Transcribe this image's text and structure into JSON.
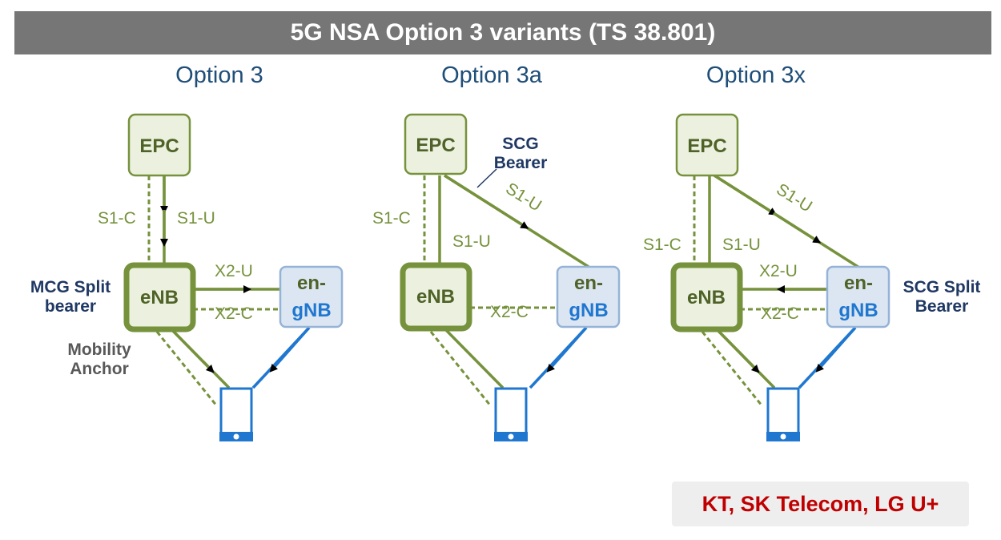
{
  "title": "5G NSA Option 3 variants (TS 38.801)",
  "colors": {
    "title_bg": "#767676",
    "green": "#76923c",
    "green_dark": "#4f6228",
    "green_fill": "#ebf1de",
    "blue": "#1f77d0",
    "gnb_fill": "#dce6f2",
    "gnb_border": "#95b3d7",
    "carrier_red": "#c00000"
  },
  "options": [
    {
      "title": "Option 3",
      "nodes": {
        "epc": "EPC",
        "enb": "eNB",
        "gnb_top": "en-",
        "gnb_bottom": "gNB"
      },
      "links": {
        "s1c": "S1-C",
        "s1u": "S1-U",
        "x2u": "X2-U",
        "x2c": "X2-C"
      },
      "annotations": {
        "left_label": [
          "MCG Split",
          "bearer"
        ],
        "anchor_label": [
          "Mobility",
          "Anchor"
        ]
      }
    },
    {
      "title": "Option 3a",
      "nodes": {
        "epc": "EPC",
        "enb": "eNB",
        "gnb_top": "en-",
        "gnb_bottom": "gNB"
      },
      "links": {
        "s1c": "S1-C",
        "s1u_enb": "S1-U",
        "s1u_gnb": "S1-U",
        "x2c": "X2-C"
      },
      "annotations": {
        "scg_label": [
          "SCG",
          "Bearer"
        ]
      }
    },
    {
      "title": "Option 3x",
      "nodes": {
        "epc": "EPC",
        "enb": "eNB",
        "gnb_top": "en-",
        "gnb_bottom": "gNB"
      },
      "links": {
        "s1c": "S1-C",
        "s1u_enb": "S1-U",
        "s1u_gnb": "S1-U",
        "x2u": "X2-U",
        "x2c": "X2-C"
      },
      "annotations": {
        "right_label": [
          "SCG Split",
          "Bearer"
        ]
      }
    }
  ],
  "carriers": "KT, SK Telecom, LG U+"
}
